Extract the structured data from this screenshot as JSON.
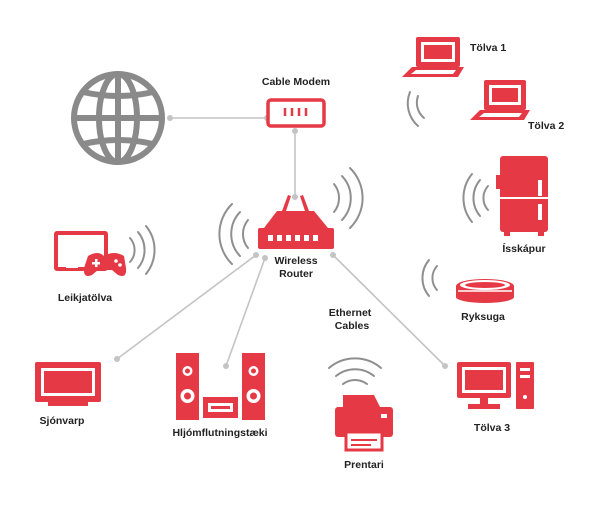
{
  "colors": {
    "device": "#e63946",
    "cable": "#c4c4c4",
    "signal": "#8f8f8f",
    "globe": "#8a8a8a",
    "text": "#222222"
  },
  "labels": {
    "cable_modem": "Cable Modem",
    "router_line1": "Wireless",
    "router_line2": "Router",
    "laptop1": "Tölva 1",
    "laptop2": "Tölva 2",
    "fridge": "Ísskápur",
    "console": "Leikjatölva",
    "ethernet_line1": "Ethernet",
    "ethernet_line2": "Cables",
    "vacuum": "Ryksuga",
    "tv": "Sjónvarp",
    "stereo": "Hljómflutningstæki",
    "printer": "Prentari",
    "desktop": "Tölva 3"
  },
  "icons": {
    "internet": "globe-icon",
    "modem": "modem-icon",
    "router": "router-icon",
    "laptop": "laptop-icon",
    "fridge": "refrigerator-icon",
    "console": "game-console-icon",
    "vacuum": "robot-vacuum-icon",
    "tv": "television-icon",
    "stereo": "stereo-speakers-icon",
    "printer": "printer-icon",
    "desktop": "desktop-computer-icon"
  }
}
